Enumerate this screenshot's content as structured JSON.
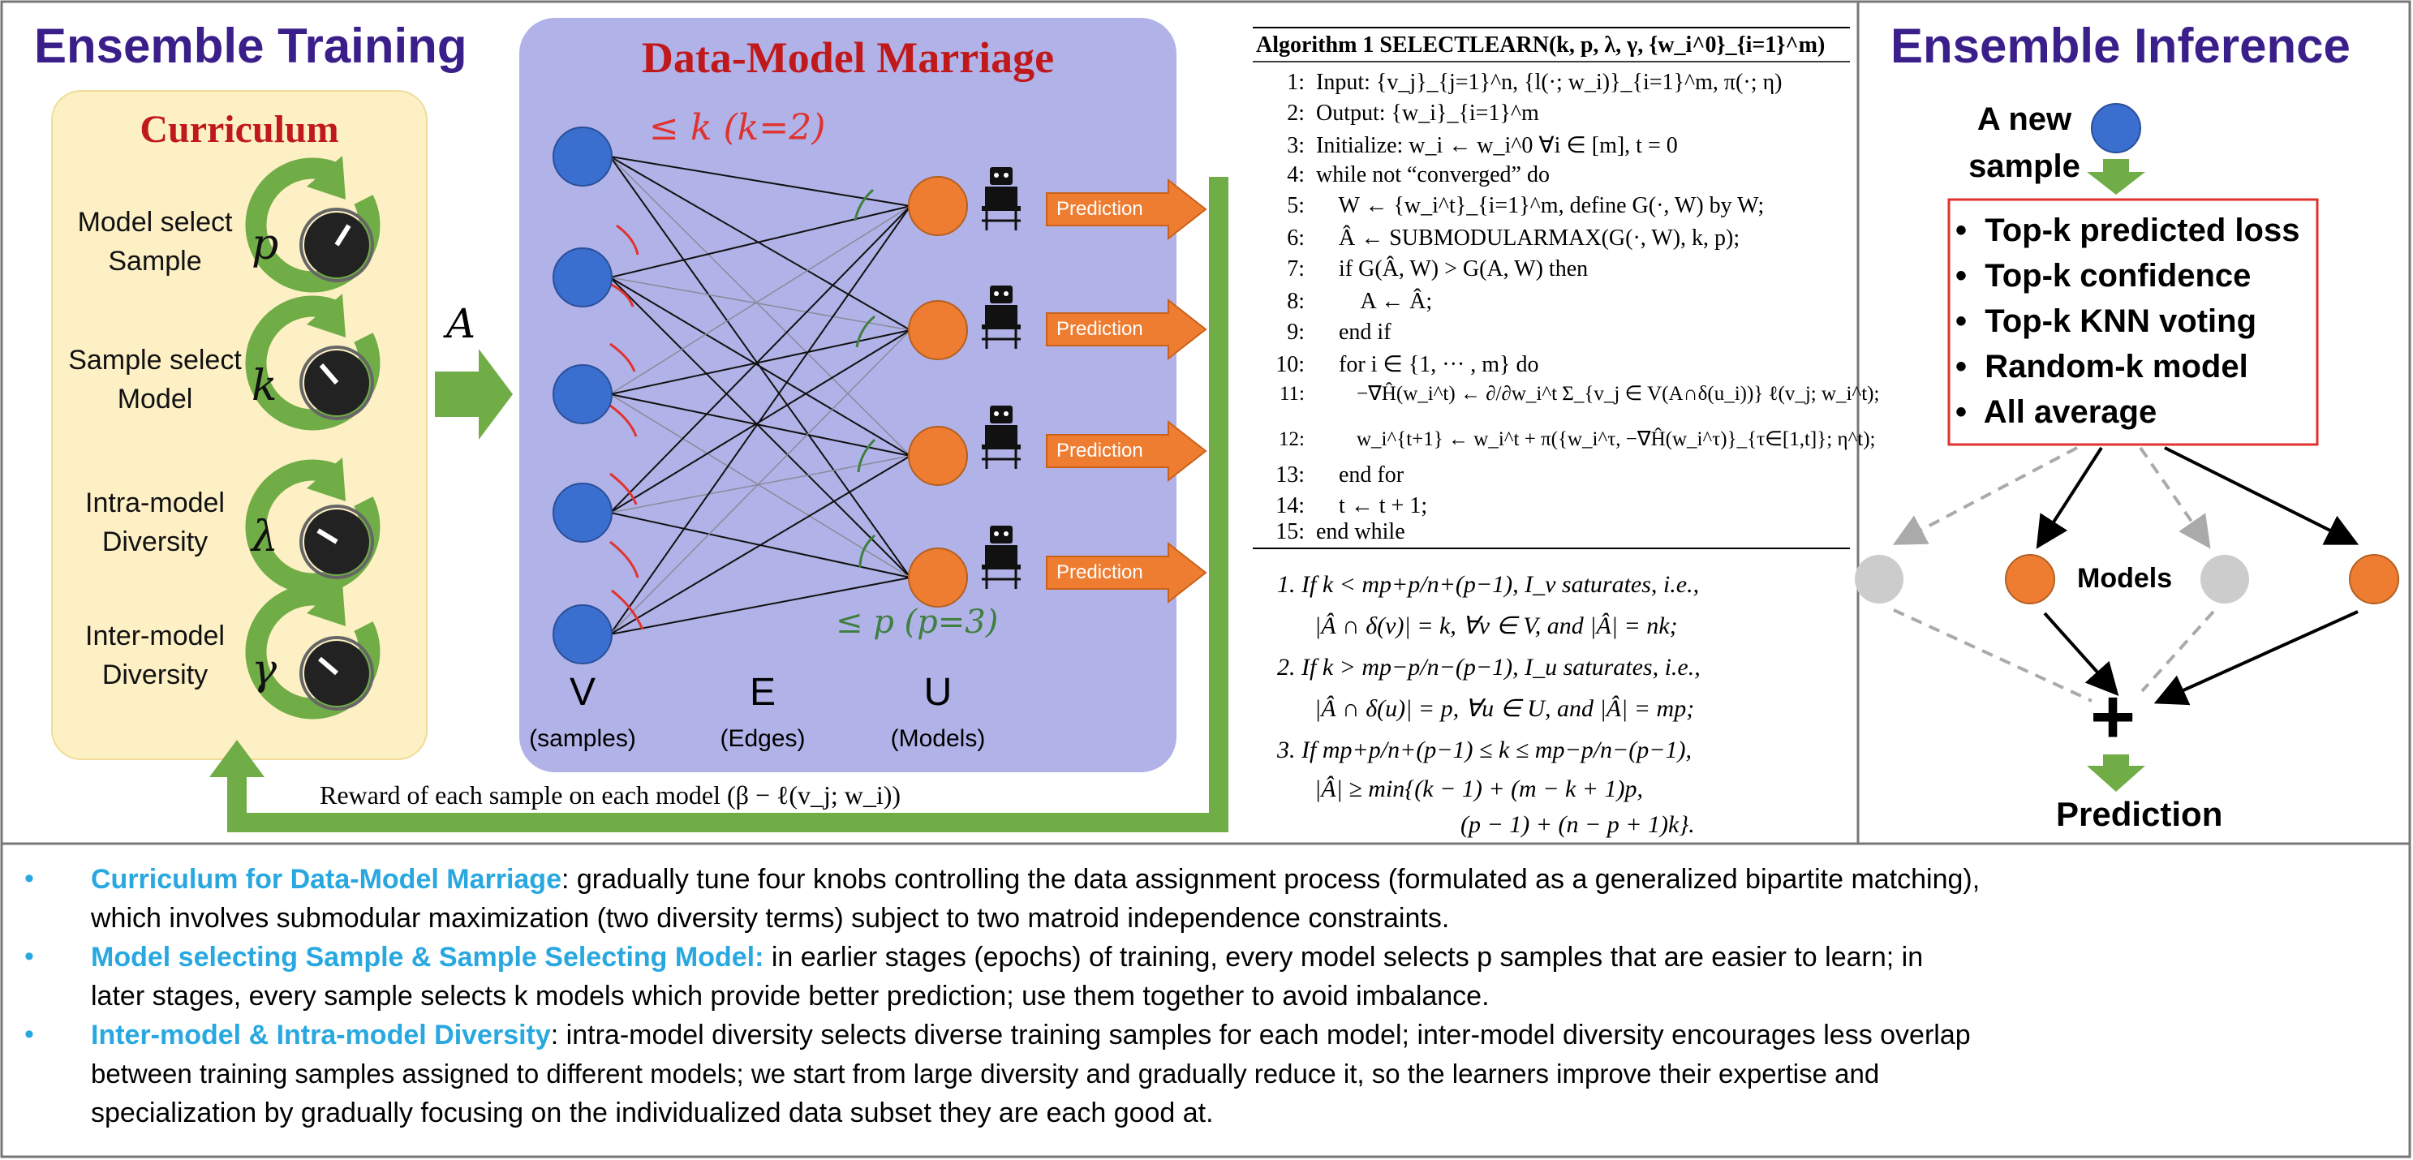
{
  "training": {
    "title": "Ensemble Training",
    "curriculum_title": "Curriculum",
    "knobs": [
      {
        "line1": "Model select",
        "line2": "Sample",
        "symbol": "p"
      },
      {
        "line1": "Sample select",
        "line2": "Model",
        "symbol": "k"
      },
      {
        "line1": "Intra-model",
        "line2": "Diversity",
        "symbol": "λ"
      },
      {
        "line1": "Inter-model",
        "line2": "Diversity",
        "symbol": "γ"
      }
    ],
    "arrow_label": "A",
    "reward_label": "Reward of each sample on each model (β − ℓ(v_j; w_i))"
  },
  "marriage": {
    "title": "Data-Model Marriage",
    "k_label": "≤ k (k=2)",
    "p_label": "≤ p (p=3)",
    "prediction_label": "Prediction",
    "columns": [
      {
        "letter": "V",
        "sub": "(samples)"
      },
      {
        "letter": "E",
        "sub": "(Edges)"
      },
      {
        "letter": "U",
        "sub": "(Models)"
      }
    ]
  },
  "algorithm": {
    "title": "Algorithm 1 SELECTLEARN(k, p, λ, γ, {w_i^0}_{i=1}^m)",
    "lines": [
      {
        "n": "1:",
        "text": "Input: {v_j}_{j=1}^n, {l(·; w_i)}_{i=1}^m, π(·; η)"
      },
      {
        "n": "2:",
        "text": "Output: {w_i}_{i=1}^m"
      },
      {
        "n": "3:",
        "text": "Initialize: w_i ← w_i^0  ∀i ∈ [m], t = 0"
      },
      {
        "n": "4:",
        "text": "while not “converged” do"
      },
      {
        "n": "5:",
        "text": "    W ← {w_i^t}_{i=1}^m, define G(·, W) by W;"
      },
      {
        "n": "6:",
        "text": "    Â ← SUBMODULARMAX(G(·, W), k, p);"
      },
      {
        "n": "7:",
        "text": "    if G(Â, W) > G(A, W) then"
      },
      {
        "n": "8:",
        "text": "        A ← Â;"
      },
      {
        "n": "9:",
        "text": "    end if"
      },
      {
        "n": "10:",
        "text": "    for i ∈ {1, ··· , m} do"
      },
      {
        "n": "11:",
        "text": "        −∇Ĥ(w_i^t) ← ∂/∂w_i^t Σ_{v_j ∈ V(A∩δ(u_i))} ℓ(v_j; w_i^t);"
      },
      {
        "n": "12:",
        "text": "        w_i^{t+1} ← w_i^t + π({w_i^τ, −∇Ĥ(w_i^τ)}_{τ∈[1,t]}; η^t);"
      },
      {
        "n": "13:",
        "text": "    end for"
      },
      {
        "n": "14:",
        "text": "    t ← t + 1;"
      },
      {
        "n": "15:",
        "text": "end while"
      }
    ],
    "properties": [
      {
        "line1": "1.  If k < mp+p/n+(p−1), I_v saturates, i.e.,",
        "line2": "|Â ∩ δ(v)| = k, ∀v ∈ V, and |Â| = nk;"
      },
      {
        "line1": "2.  If k > mp−p/n−(p−1), I_u saturates, i.e.,",
        "line2": "|Â ∩ δ(u)| = p, ∀u ∈ U, and |Â| = mp;"
      },
      {
        "line1": "3.  If mp+p/n+(p−1) ≤ k ≤ mp−p/n−(p−1),",
        "line2": "|Â| ≥ min{(k − 1) + (m − k + 1)p,",
        "line3": "(p − 1) + (n − p + 1)k}."
      }
    ]
  },
  "inference": {
    "title": "Ensemble Inference",
    "new_sample_1": "A new",
    "new_sample_2": "sample",
    "methods": [
      "Top-k predicted loss",
      "Top-k confidence",
      "Top-k KNN voting",
      "Random-k model",
      "All average"
    ],
    "models_label": "Models",
    "plus": "+",
    "prediction": "Prediction"
  },
  "bullets": [
    {
      "highlight": "Curriculum for Data-Model Marriage",
      "rest": ": gradually tune four knobs controlling the data assignment process (formulated as a generalized bipartite matching),",
      "line2": "which involves submodular maximization (two diversity terms) subject to two matroid independence constraints."
    },
    {
      "highlight": "Model selecting Sample & Sample Selecting Model:",
      "rest": " in earlier stages (epochs) of training, every model selects p samples that are easier to learn; in",
      "line2": "later stages, every sample selects k models which provide better prediction; use them together to avoid imbalance."
    },
    {
      "highlight": "Inter-model & Intra-model Diversity",
      "rest": ": intra-model diversity selects diverse training samples for each model; inter-model diversity encourages less overlap",
      "line2": "between training samples assigned to different models; we start from large diversity and gradually reduce it, so the learners improve their expertise and",
      "line3": "specialization by gradually focusing on the individualized data subset they are each good at."
    }
  ],
  "colors": {
    "title_purple": "#3a1f8a",
    "curriculum_red": "#c0191c",
    "curriculum_bg": "#fdf0c4",
    "marriage_bg": "#b1b2e8",
    "sample_blue": "#3a6fd0",
    "model_orange": "#ef7d31",
    "arrow_green": "#70ad47",
    "bullet_blue": "#29a8e0",
    "box_red": "#e0322f",
    "inactive_gray": "#cccccc"
  }
}
